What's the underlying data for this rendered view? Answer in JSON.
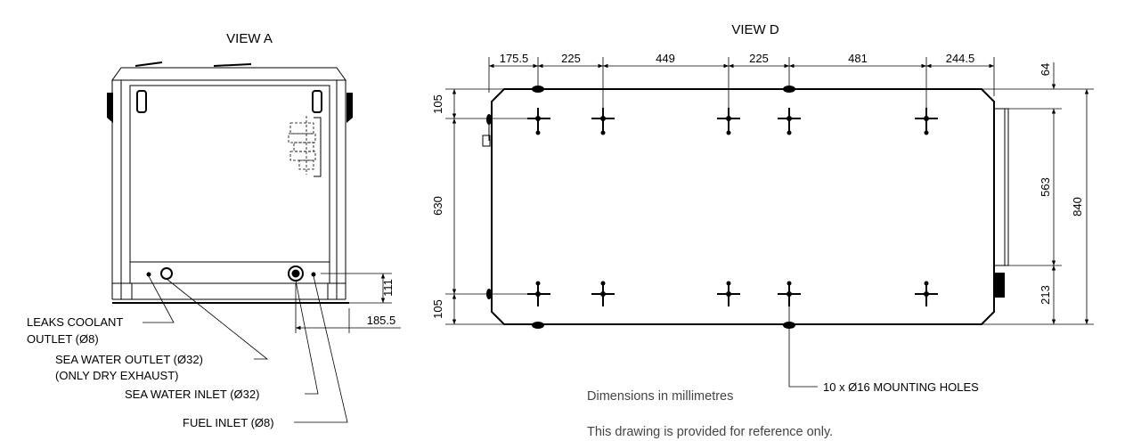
{
  "view_a": {
    "title": "VIEW A",
    "dim_height": "111",
    "dim_width": "185.5",
    "callouts": [
      {
        "line1": "LEAKS COOLANT",
        "line2": "OUTLET (Ø8)"
      },
      {
        "line1": "SEA WATER OUTLET (Ø32)",
        "line2": "(ONLY DRY EXHAUST)"
      },
      {
        "line1": "SEA WATER INLET (Ø32)",
        "line2": ""
      },
      {
        "line1": "FUEL INLET (Ø8)",
        "line2": ""
      }
    ]
  },
  "view_d": {
    "title": "VIEW D",
    "top_dims": [
      "175.5",
      "225",
      "449",
      "225",
      "481",
      "244.5"
    ],
    "left_dims": [
      "105",
      "630",
      "105"
    ],
    "right_dims": {
      "top": "64",
      "middle": "563",
      "bottom": "213",
      "overall": "840"
    },
    "holes_label": "10 x Ø16 MOUNTING HOLES"
  },
  "notes": {
    "units": "Dimensions in millimetres",
    "disclaimer": "This drawing is provided for reference only."
  }
}
